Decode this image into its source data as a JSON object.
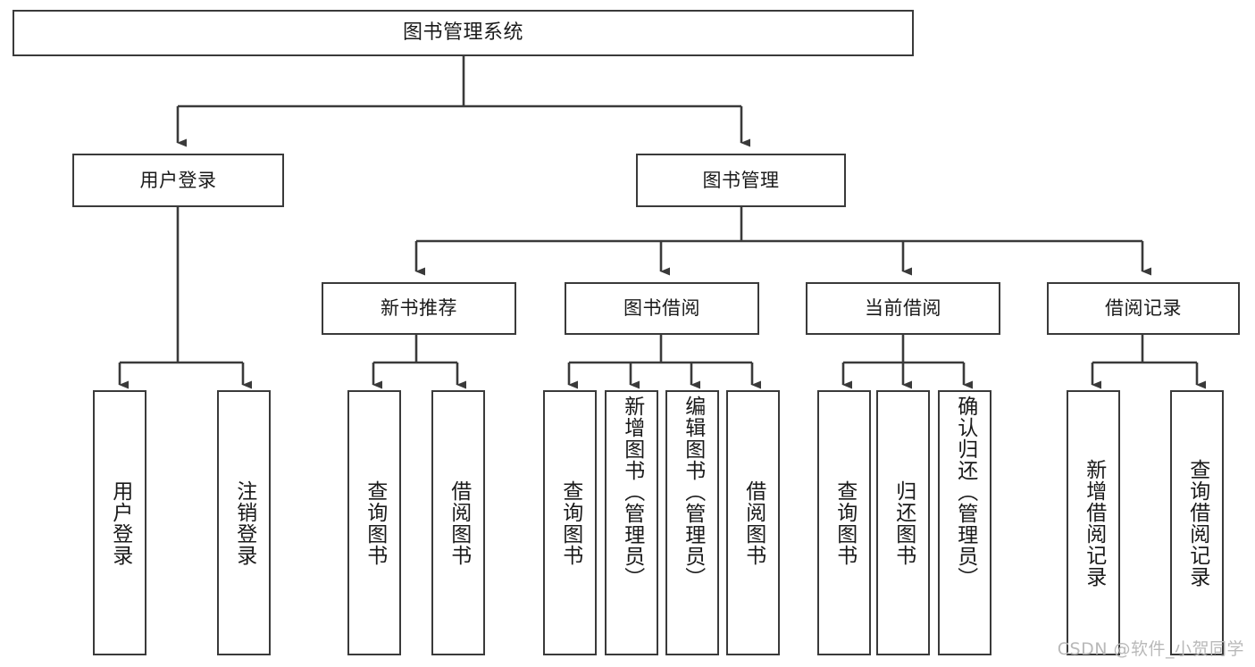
{
  "diagram": {
    "title": "图书管理系统",
    "watermark": "CSDN @软件_小贺同学",
    "line_color": "#3a3a3a",
    "box_fill": "#ffffff",
    "text_color": "#1a1a1a",
    "watermark_color": "#b9b9b9",
    "root": {
      "label": "图书管理系统"
    },
    "level1": [
      {
        "label": "用户登录"
      },
      {
        "label": "图书管理"
      }
    ],
    "level2": [
      {
        "label": "新书推荐"
      },
      {
        "label": "图书借阅"
      },
      {
        "label": "当前借阅"
      },
      {
        "label": "借阅记录"
      }
    ],
    "leaves": {
      "user_login": [
        {
          "label": "用户登录"
        },
        {
          "label": "注销登录"
        }
      ],
      "new_book_recommend": [
        {
          "label": "查询图书"
        },
        {
          "label": "借阅图书"
        }
      ],
      "book_borrow": [
        {
          "label": "查询图书"
        },
        {
          "label": "新增图书（管理员）"
        },
        {
          "label": "编辑图书（管理员）"
        },
        {
          "label": "借阅图书"
        }
      ],
      "current_borrow": [
        {
          "label": "查询图书"
        },
        {
          "label": "归还图书"
        },
        {
          "label": "确认归还（管理员）"
        }
      ],
      "borrow_record": [
        {
          "label": "新增借阅记录"
        },
        {
          "label": "查询借阅记录"
        }
      ]
    }
  }
}
